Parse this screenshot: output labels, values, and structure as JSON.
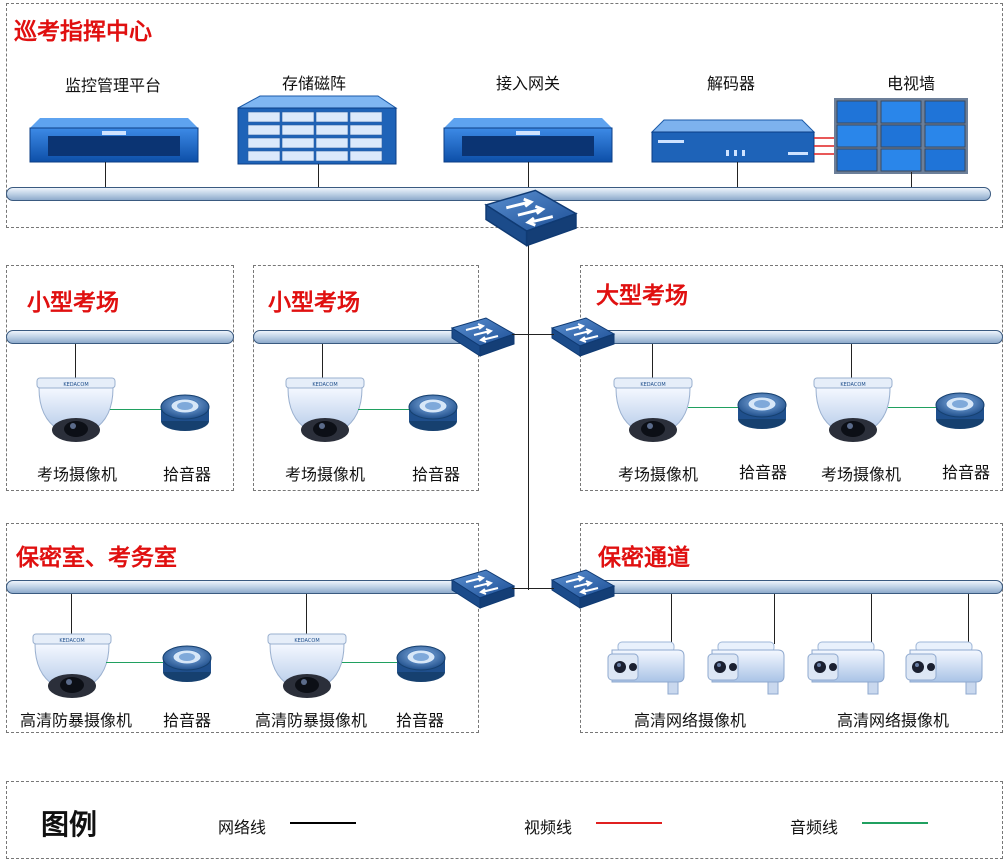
{
  "command_center": {
    "title": "巡考指挥中心",
    "devices": [
      "监控管理平台",
      "存储磁阵",
      "接入网关",
      "解码器",
      "电视墙"
    ]
  },
  "zones": {
    "small1": {
      "title": "小型考场",
      "labels": [
        "考场摄像机",
        "拾音器"
      ]
    },
    "small2": {
      "title": "小型考场",
      "labels": [
        "考场摄像机",
        "拾音器"
      ]
    },
    "large": {
      "title": "大型考场",
      "labels": [
        "考场摄像机",
        "拾音器",
        "考场摄像机",
        "拾音器"
      ]
    },
    "secret_room": {
      "title": "保密室、考务室",
      "labels": [
        "高清防暴摄像机",
        "拾音器",
        "高清防暴摄像机",
        "拾音器"
      ]
    },
    "secret_passage": {
      "title": "保密通道",
      "labels": [
        "高清网络摄像机",
        "高清网络摄像机"
      ]
    }
  },
  "camera_brand": "KEDACOM",
  "legend": {
    "title": "图例",
    "items": [
      {
        "label": "网络线",
        "color": "#000000"
      },
      {
        "label": "视频线",
        "color": "#e02020"
      },
      {
        "label": "音频线",
        "color": "#20a060"
      }
    ]
  }
}
